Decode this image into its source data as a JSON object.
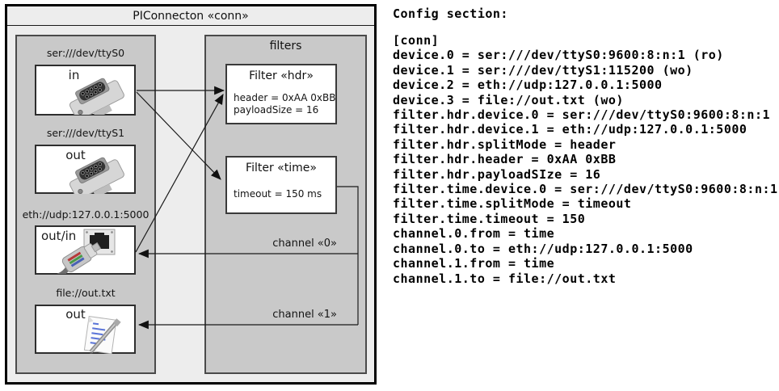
{
  "diagram": {
    "title": "PIConnecton «conn»",
    "devices": [
      {
        "label": "ser:///dev/ttyS0",
        "port": "in",
        "icon": "serial-connector-icon"
      },
      {
        "label": "ser:///dev/ttyS1",
        "port": "out",
        "icon": "serial-connector-icon"
      },
      {
        "label": "eth://udp:127.0.0.1:5000",
        "port": "out/in",
        "icon": "ethernet-connector-icon"
      },
      {
        "label": "file://out.txt",
        "port": "out",
        "icon": "document-pen-icon"
      }
    ],
    "filters_panel_title": "filters",
    "filters": [
      {
        "title": "Filter «hdr»",
        "attr1": "header = 0xAA 0xBB",
        "attr2": "payloadSize = 16"
      },
      {
        "title": "Filter «time»",
        "attr1": "timeout = 150 ms",
        "attr2": ""
      }
    ],
    "channels": [
      {
        "label": "channel «0»"
      },
      {
        "label": "channel «1»"
      }
    ]
  },
  "config": {
    "heading": "Config section:",
    "lines": [
      "[conn]",
      "device.0 = ser:///dev/ttyS0:9600:8:n:1 (ro)",
      "device.1 = ser:///dev/ttyS1:115200 (wo)",
      "device.2 = eth://udp:127.0.0.1:5000",
      "device.3 = file://out.txt (wo)",
      "filter.hdr.device.0 = ser:///dev/ttyS0:9600:8:n:1",
      "filter.hdr.device.1 = eth://udp:127.0.0.1:5000",
      "filter.hdr.splitMode = header",
      "filter.hdr.header = 0xAA 0xBB",
      "filter.hdr.payloadSIze = 16",
      "filter.time.device.0 = ser:///dev/ttyS0:9600:8:n:1",
      "filter.time.splitMode = timeout",
      "filter.time.timeout = 150",
      "channel.0.from = time",
      "channel.0.to = eth://udp:127.0.0.1:5000",
      "channel.1.from = time",
      "channel.1.to = file://out.txt"
    ]
  },
  "colors": {
    "outer_fill": "#ededed",
    "panel_fill": "#c9c9c9",
    "box_fill": "#ffffff",
    "line": "#1a1a1a",
    "text": "#111111"
  }
}
